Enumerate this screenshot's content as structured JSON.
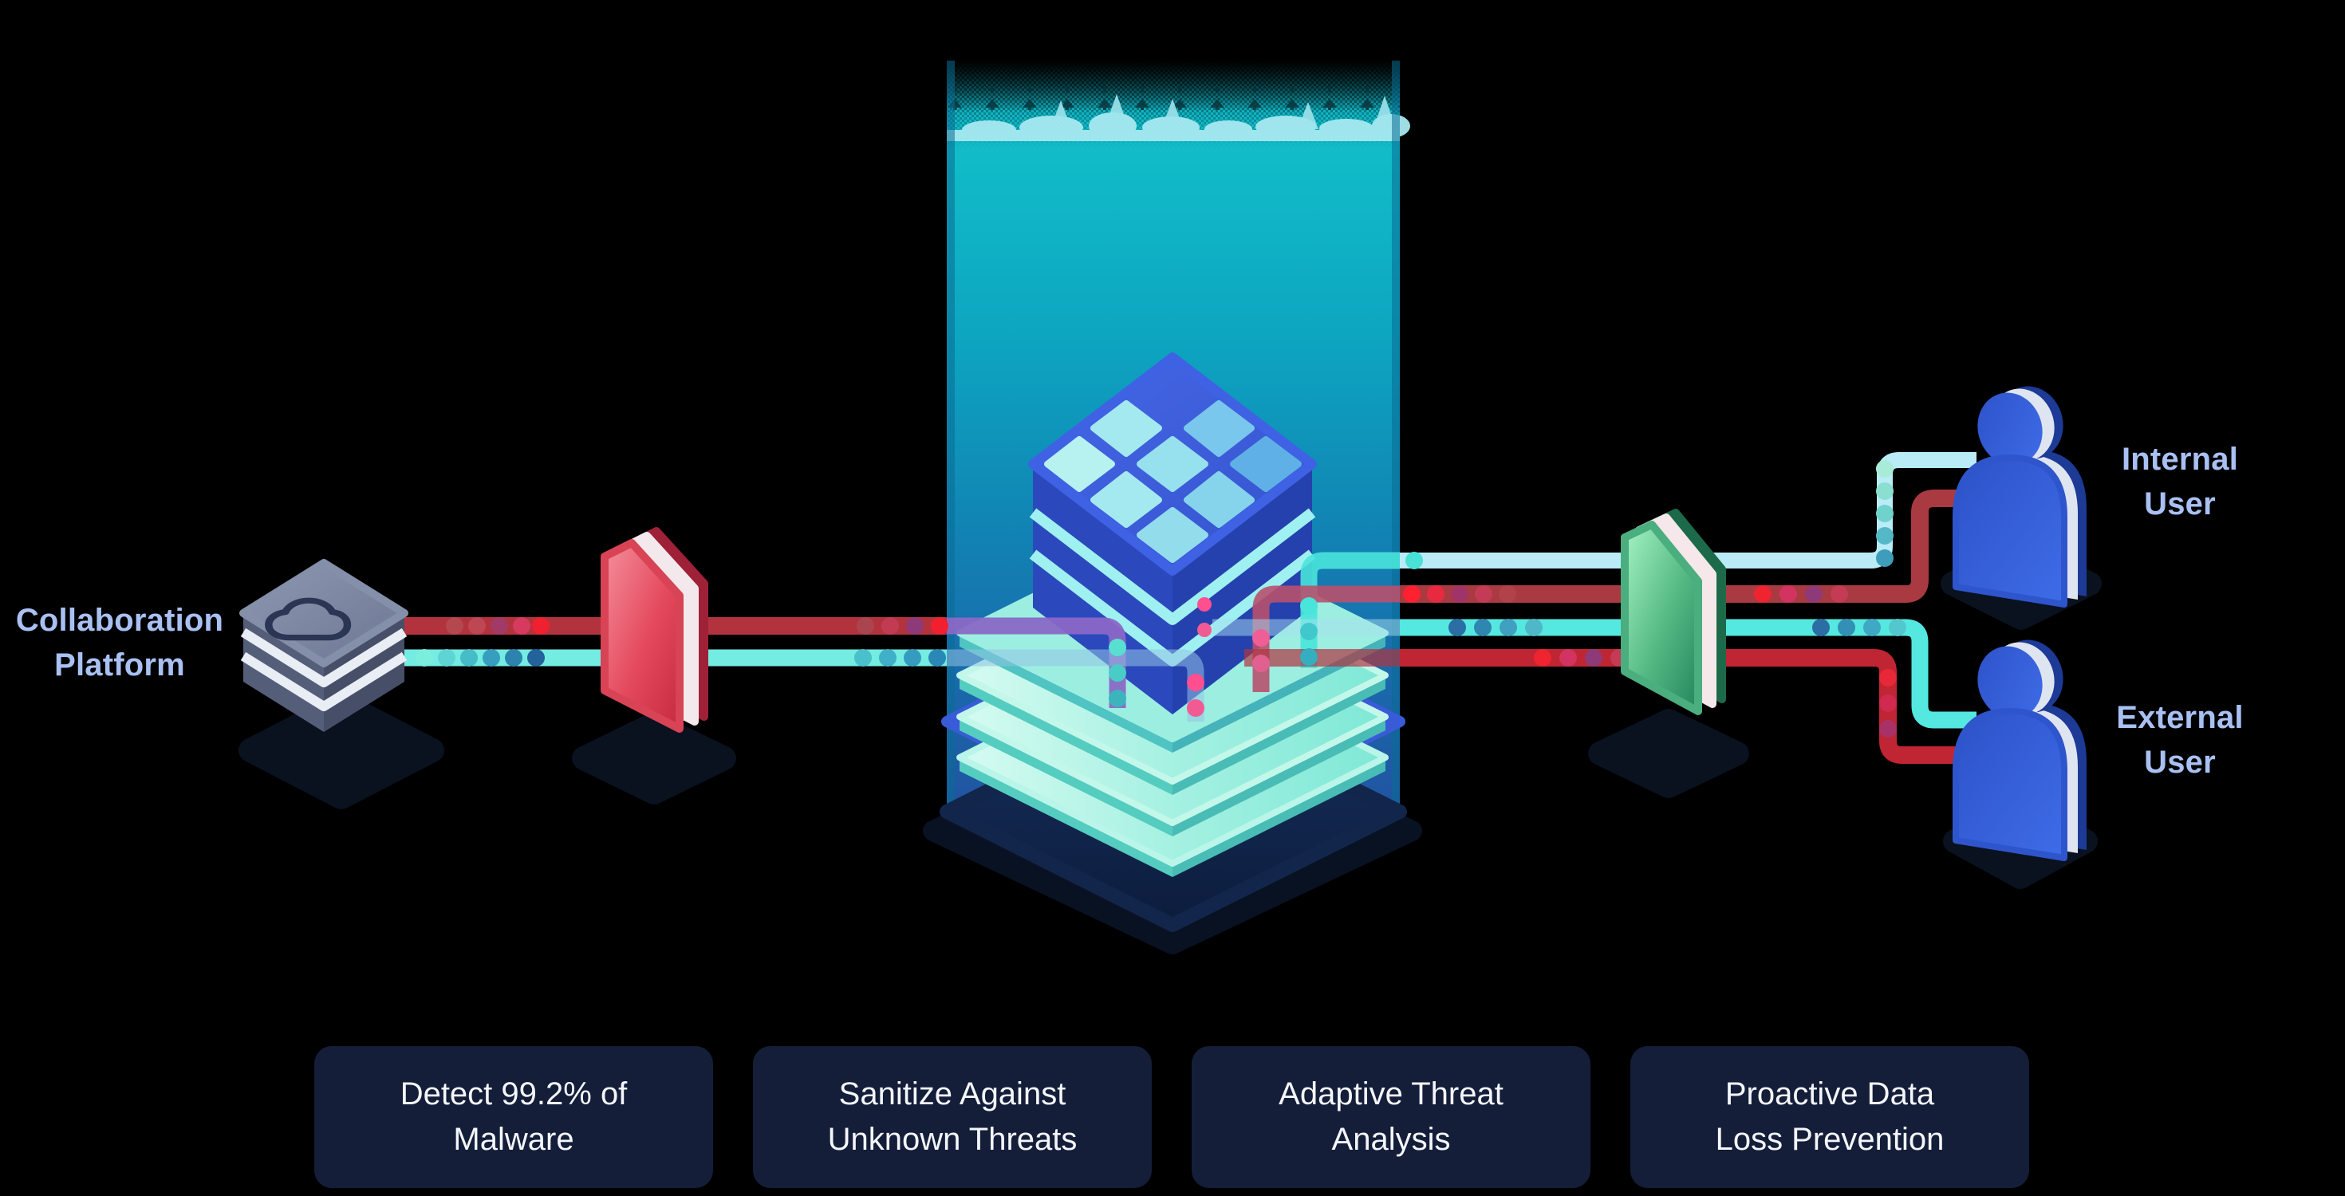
{
  "labels": {
    "source": "Collaboration\nPlatform",
    "internal_user": "Internal\nUser",
    "external_user": "External\nUser"
  },
  "features": [
    {
      "label": "Detect 99.2% of\nMalware"
    },
    {
      "label": "Sanitize Against\nUnknown Threats"
    },
    {
      "label": "Adaptive Threat\nAnalysis"
    },
    {
      "label": "Proactive Data\nLoss Prevention"
    }
  ],
  "colors": {
    "background": "#000000",
    "label_text": "#a9c0f2",
    "card_bg": "#141e39",
    "card_text": "#f4f6fb",
    "teal_line": "#57e9e2",
    "light_cyan_line": "#b9ecf7",
    "red_line": "#c22534",
    "dark_red_line": "#a93a42",
    "purple_line": "#8a68c6",
    "beam_teal": "#0fb2c4",
    "cube_blue": "#3d5fe2",
    "mint_layer": "#a9f0e0",
    "gate_red": "#e4485c",
    "gate_green": "#4aae7e",
    "user_blue": "#3e6ce8"
  }
}
